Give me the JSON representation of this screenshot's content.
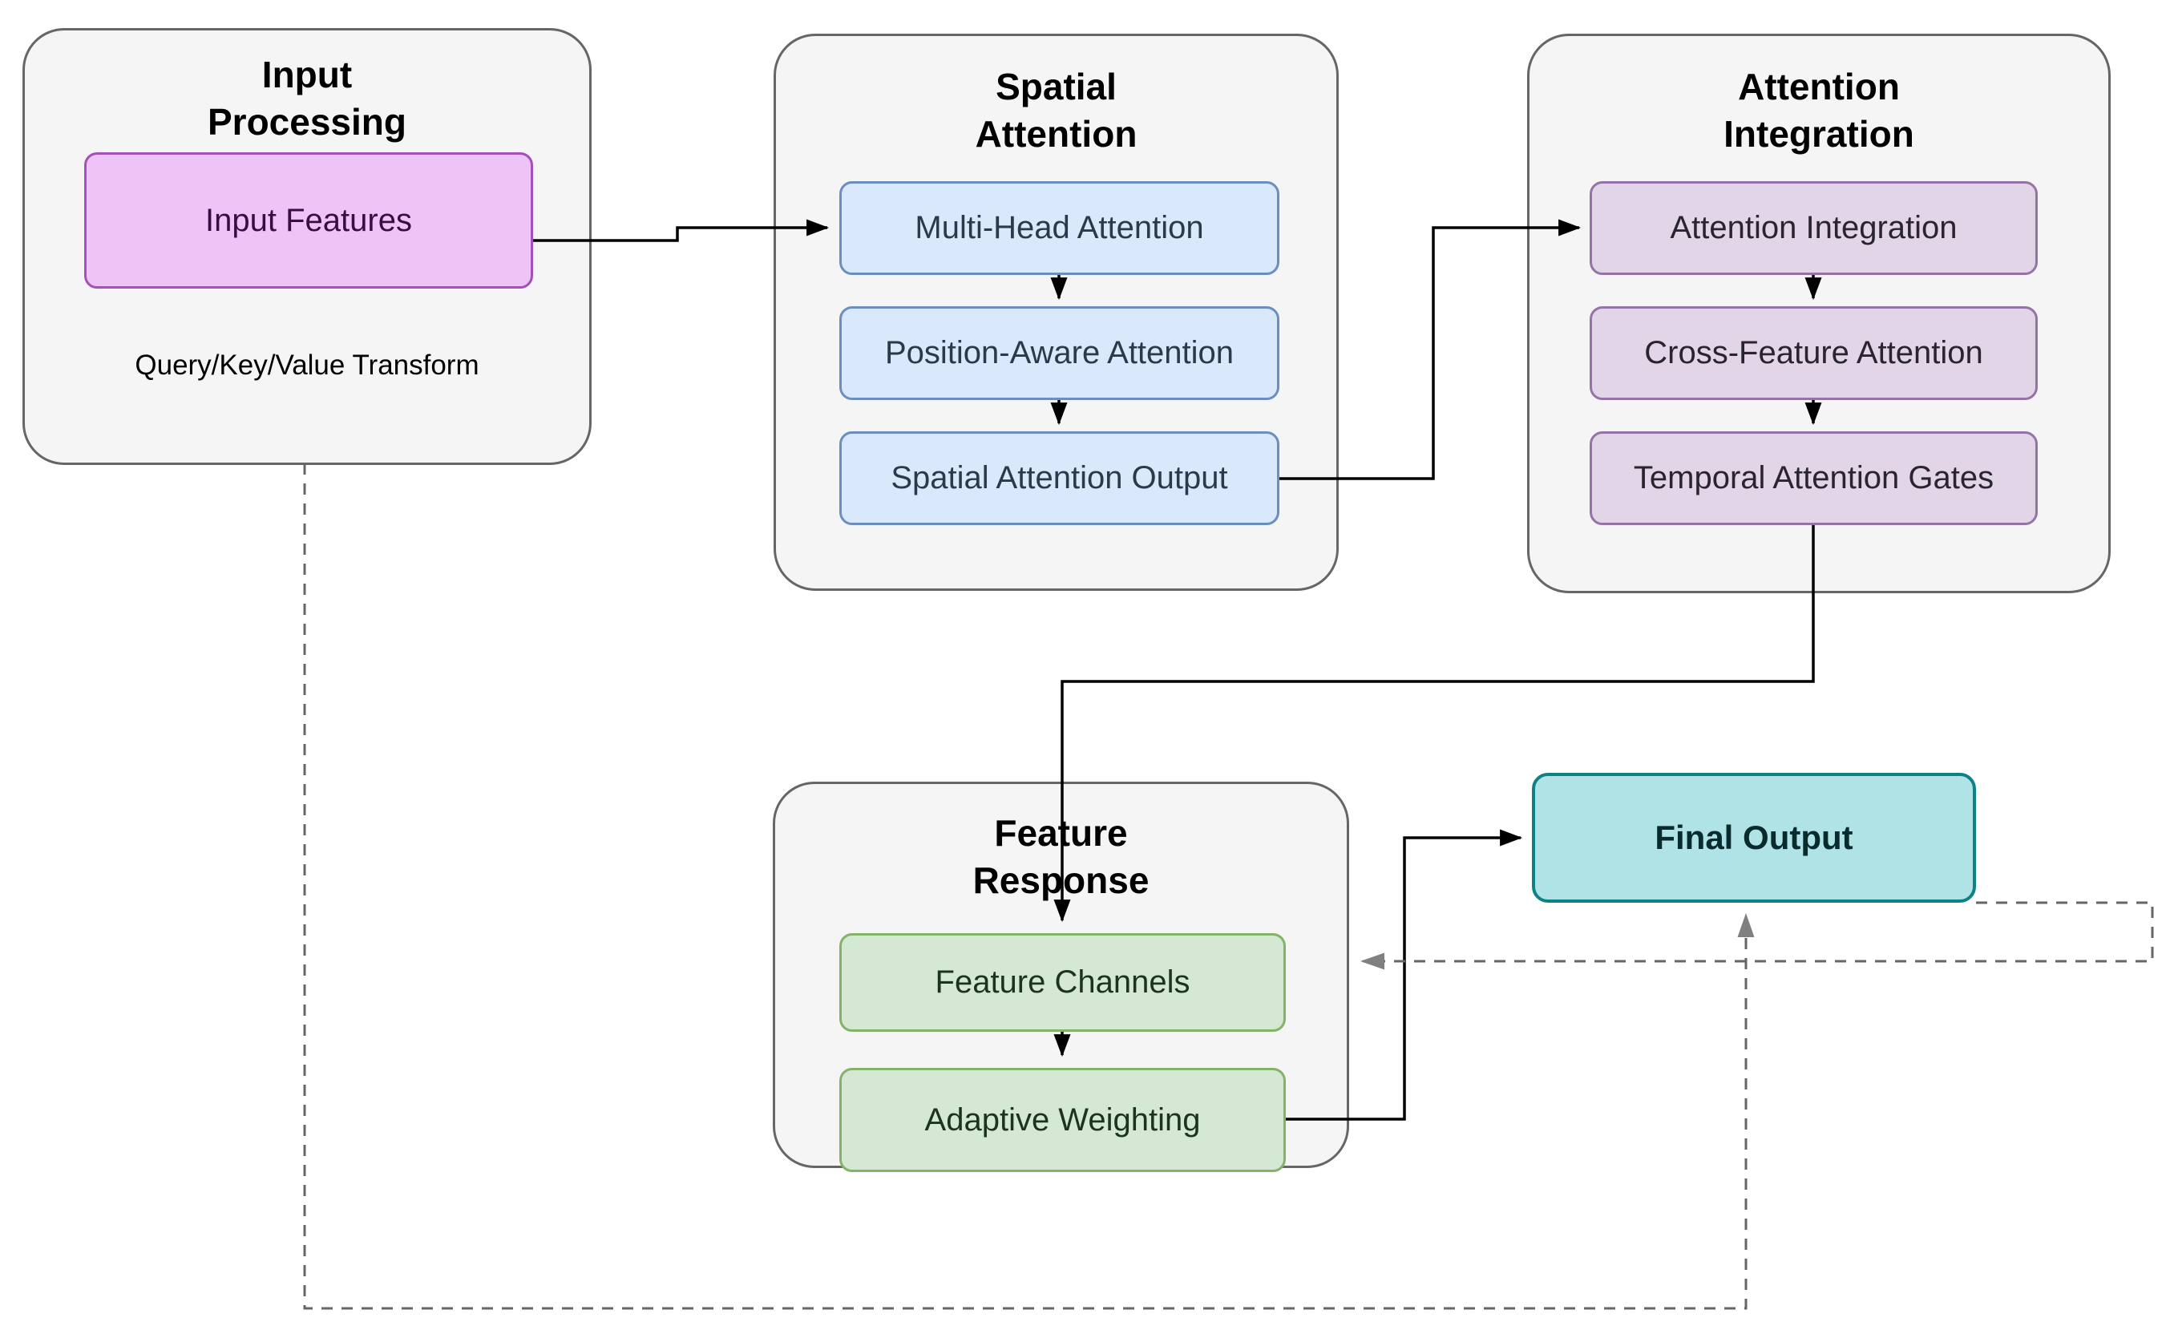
{
  "diagram_title": "",
  "palette": {
    "container_fill": "#f5f5f5",
    "container_border": "#666666",
    "purple_fill": "#eec3f5",
    "purple_border": "#a44fbb",
    "purple_text": "#3a0d42",
    "blue_fill": "#dae8fc",
    "blue_border": "#6c8ebf",
    "blue_text": "#2b3a4a",
    "lavender_fill": "#e1d5e7",
    "lavender_border": "#9673a6",
    "lavender_text": "#2a2430",
    "green_fill": "#d5e8d4",
    "green_border": "#82b366",
    "green_text": "#1e331e",
    "teal_fill": "#b0e3e6",
    "teal_border": "#0e8088",
    "teal_text": "#082b2e",
    "edge_solid": "#000000",
    "edge_dashed": "#666666",
    "title_text": "#000000"
  },
  "groups": {
    "input_processing": {
      "title": "Input\nProcessing",
      "note": "Query/Key/Value Transform"
    },
    "spatial_attention": {
      "title": "Spatial\nAttention"
    },
    "attention_integration": {
      "title": "Attention\nIntegration"
    },
    "feature_response": {
      "title": "Feature\nResponse"
    }
  },
  "nodes": {
    "input_features": {
      "label": "Input Features"
    },
    "multi_head_attention": {
      "label": "Multi-Head Attention"
    },
    "position_aware_attention": {
      "label": "Position-Aware Attention"
    },
    "spatial_attention_output": {
      "label": "Spatial Attention Output"
    },
    "attention_integration": {
      "label": "Attention Integration"
    },
    "cross_feature_attention": {
      "label": "Cross-Feature Attention"
    },
    "temporal_attention_gates": {
      "label": "Temporal Attention Gates"
    },
    "feature_channels": {
      "label": "Feature Channels"
    },
    "adaptive_weighting": {
      "label": "Adaptive Weighting"
    },
    "final_output": {
      "label": "Final Output"
    }
  },
  "edges": [
    {
      "from": "input_features",
      "to": "multi_head_attention",
      "style": "solid"
    },
    {
      "from": "multi_head_attention",
      "to": "position_aware_attention",
      "style": "solid"
    },
    {
      "from": "position_aware_attention",
      "to": "spatial_attention_output",
      "style": "solid"
    },
    {
      "from": "spatial_attention_output",
      "to": "attention_integration",
      "style": "solid"
    },
    {
      "from": "attention_integration",
      "to": "cross_feature_attention",
      "style": "solid"
    },
    {
      "from": "cross_feature_attention",
      "to": "temporal_attention_gates",
      "style": "solid"
    },
    {
      "from": "temporal_attention_gates",
      "to": "feature_channels",
      "style": "solid"
    },
    {
      "from": "feature_channels",
      "to": "adaptive_weighting",
      "style": "solid"
    },
    {
      "from": "adaptive_weighting",
      "to": "final_output",
      "style": "solid"
    },
    {
      "from": "final_output",
      "to": "feature_channels",
      "style": "dashed"
    },
    {
      "from": "input_processing",
      "to": "final_output",
      "style": "dashed"
    }
  ]
}
